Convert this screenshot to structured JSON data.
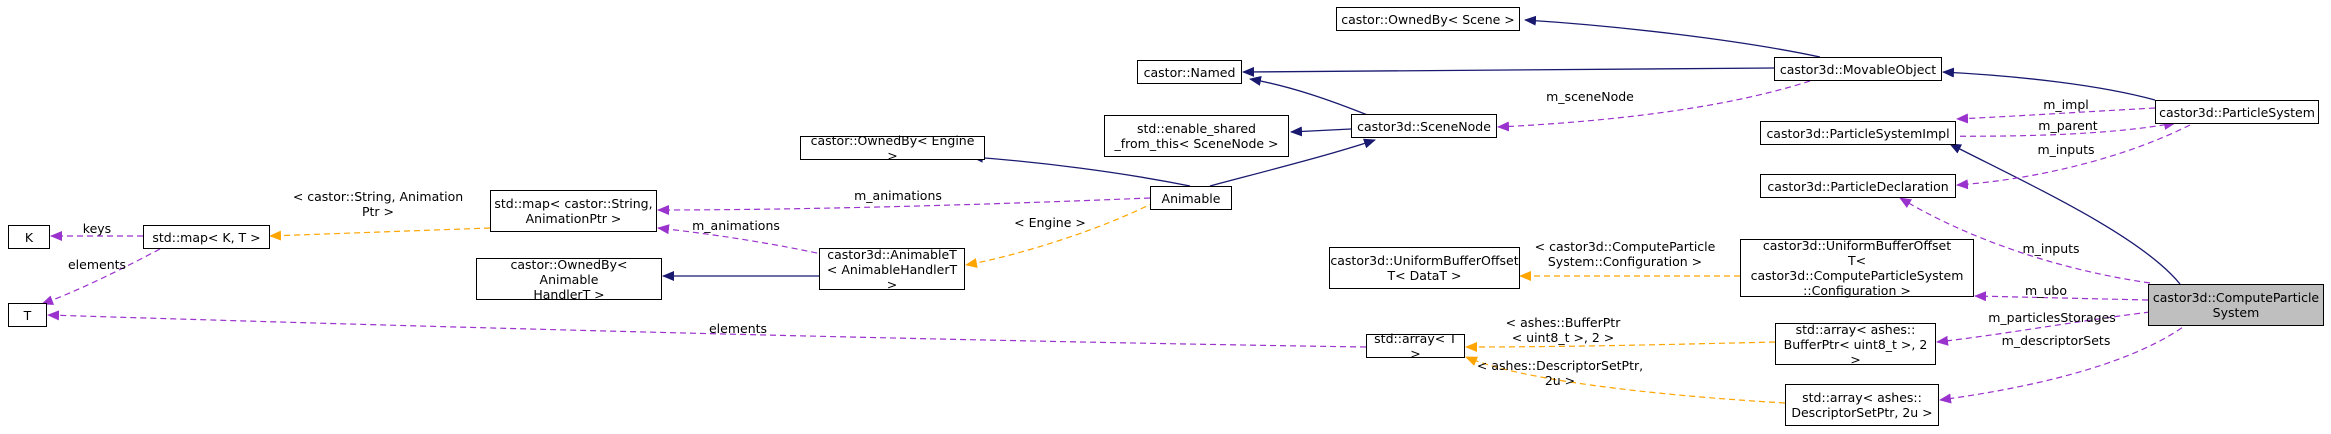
{
  "colors": {
    "inheritance": "#191970",
    "usage": "#9a32cd",
    "template": "#ffa500",
    "highlight": "#bfbfbf"
  },
  "nodes": {
    "ownedby_scene": "castor::OwnedBy< Scene >",
    "named": "castor::Named",
    "movableobject": "castor3d::MovableObject",
    "particlesystem": "castor3d::ParticleSystem",
    "enable_shared": "std::enable_shared\n_from_this< SceneNode >",
    "scenenode": "castor3d::SceneNode",
    "psimpl": "castor3d::ParticleSystemImpl",
    "ownedby_engine": "castor::OwnedBy< Engine >",
    "pdecl": "castor3d::ParticleDeclaration",
    "animable": "Animable",
    "map_anim": "std::map< castor::String,\nAnimationPtr >",
    "k": "K",
    "map_kt": "std::map< K, T >",
    "ownedby_handler": "castor::OwnedBy< Animable\nHandlerT >",
    "animablet": "castor3d::AnimableT\n< AnimableHandlerT >",
    "ubo_datat": "castor3d::UniformBufferOffset\nT< DataT >",
    "ubo_cfg": "castor3d::UniformBufferOffset\nT< castor3d::ComputeParticleSystem\n::Configuration >",
    "cps": "castor3d::ComputeParticle\nSystem",
    "t": "T",
    "array_t": "std::array< T >",
    "array_buf": "std::array< ashes::\nBufferPtr< uint8_t >, 2 >",
    "array_desc": "std::array< ashes::\nDescriptorSetPtr, 2u >"
  },
  "labels": {
    "m_scenenode": "m_sceneNode",
    "m_impl": "m_impl",
    "m_parent": "m_parent",
    "m_inputs_ps": "m_inputs",
    "m_animations_1": "m_animations",
    "m_animations_2": "m_animations",
    "engine_tpl": "< Engine >",
    "anim_tpl": "< castor::String, Animation\nPtr >",
    "keys": "keys",
    "elements_map": "elements",
    "elements_array": "elements",
    "m_inputs_cps": "m_inputs",
    "cfg_tpl": "< castor3d::ComputeParticle\nSystem::Configuration >",
    "m_ubo": "m_ubo",
    "buf_tpl": "< ashes::BufferPtr\n< uint8_t >, 2 >",
    "m_particlesstorages": "m_particlesStorages",
    "desc_tpl": "< ashes::DescriptorSetPtr,\n2u >",
    "m_descriptorsets": "m_descriptorSets"
  }
}
